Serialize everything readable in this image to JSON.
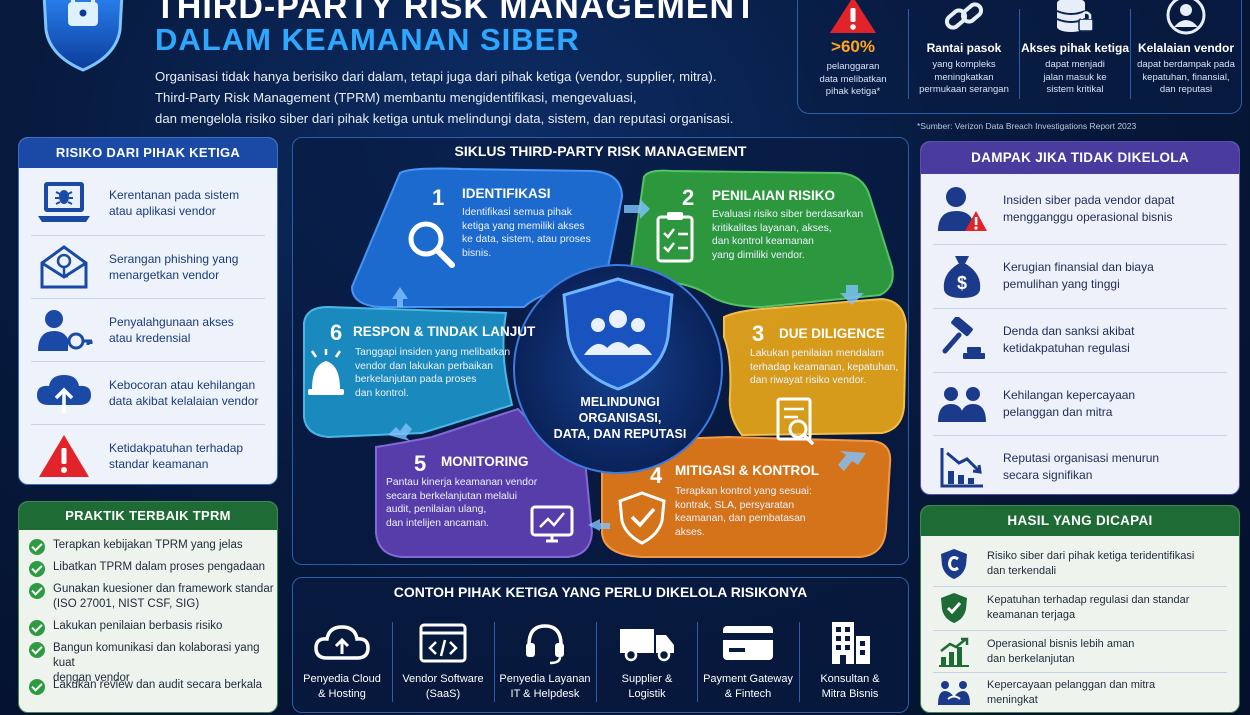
{
  "header": {
    "title_line1": "THIRD-PARTY RISK MANAGEMENT",
    "title_line2": "DALAM KEAMANAN SIBER",
    "intro": [
      "Organisasi tidak hanya berisiko dari dalam, tetapi juga dari pihak ketiga (vendor, supplier, mitra).",
      "Third-Party Risk Management (TPRM) membantu mengidentifikasi, mengevaluasi,",
      "dan mengelola risiko siber dari pihak ketiga untuk melindungi data, sistem, dan reputasi organisasi."
    ]
  },
  "stats": [
    {
      "icon": "warning-icon",
      "head": ">60%",
      "text": [
        "pelanggaran",
        "data melibatkan",
        "pihak ketiga*"
      ]
    },
    {
      "icon": "chain-link-icon",
      "head": "Rantai pasok",
      "text": [
        "yang kompleks",
        "meningkatkan",
        "permukaan serangan"
      ]
    },
    {
      "icon": "database-lock-icon",
      "head": "Akses pihak ketiga",
      "text": [
        "dapat menjadi",
        "jalan masuk ke",
        "sistem kritikal"
      ]
    },
    {
      "icon": "vendor-user-icon",
      "head": "Kelalaian vendor",
      "text": [
        "dapat berdampak pada",
        "kepatuhan, finansial,",
        "dan reputasi"
      ]
    }
  ],
  "source": "*Sumber: Verizon Data Breach Investigations Report 2023",
  "risks": {
    "title": "RISIKO DARI PIHAK KETIGA",
    "items": [
      {
        "icon": "laptop-bug-icon",
        "text": [
          "Kerentanan pada sistem",
          "atau aplikasi vendor"
        ]
      },
      {
        "icon": "phishing-mail-icon",
        "text": [
          "Serangan phishing yang",
          "menargetkan vendor"
        ]
      },
      {
        "icon": "user-key-icon",
        "text": [
          "Penyalahgunaan akses",
          "atau kredensial"
        ]
      },
      {
        "icon": "cloud-upload-icon",
        "text": [
          "Kebocoran atau kehilangan",
          "data akibat kelalaian vendor"
        ]
      },
      {
        "icon": "warning-icon",
        "text": [
          "Ketidakpatuhan terhadap",
          "standar keamanan"
        ]
      }
    ]
  },
  "best_practices": {
    "title": "PRAKTIK TERBAIK TPRM",
    "items": [
      [
        "Terapkan kebijakan TPRM yang jelas"
      ],
      [
        "Libatkan TPRM dalam proses pengadaan"
      ],
      [
        "Gunakan kuesioner dan framework standar",
        "(ISO 27001, NIST CSF, SIG)"
      ],
      [
        "Lakukan penilaian berbasis risiko"
      ],
      [
        "Bangun komunikasi dan kolaborasi yang kuat",
        "dengan vendor"
      ],
      [
        "Lakukan review dan audit secara berkala"
      ]
    ]
  },
  "cycle": {
    "title": "SIKLUS THIRD-PARTY RISK MANAGEMENT",
    "center": [
      "MELINDUNGI",
      "ORGANISASI,",
      "DATA, DAN REPUTASI"
    ],
    "steps": [
      {
        "num": "1",
        "title": "IDENTIFIKASI",
        "color": "#1f6fd6",
        "text": [
          "Identifikasi semua pihak",
          "ketiga yang memiliki akses",
          "ke data, sistem, atau proses",
          "bisnis."
        ]
      },
      {
        "num": "2",
        "title": "PENILAIAN RISIKO",
        "color": "#2f9e3e",
        "text": [
          "Evaluasi risiko siber berdasarkan",
          "kritikalitas layanan, akses,",
          "dan kontrol keamanan",
          "yang dimiliki vendor."
        ]
      },
      {
        "num": "3",
        "title": "DUE DILIGENCE",
        "color": "#e3a21b",
        "text": [
          "Lakukan penilaian mendalam",
          "terhadap keamanan, kepatuhan,",
          "dan riwayat risiko vendor."
        ]
      },
      {
        "num": "4",
        "title": "MITIGASI & KONTROL",
        "color": "#e07819",
        "text": [
          "Terapkan kontrol yang sesuai:",
          "kontrak, SLA, persyaratan",
          "keamanan, dan pembatasan",
          "akses."
        ]
      },
      {
        "num": "5",
        "title": "MONITORING",
        "color": "#5b3fb0",
        "text": [
          "Pantau kinerja keamanan vendor",
          "secara berkelanjutan melalui",
          "audit, penilaian ulang,",
          "dan intelijen ancaman."
        ]
      },
      {
        "num": "6",
        "title": "RESPON & TINDAK LANJUT",
        "color": "#1c8fc4",
        "text": [
          "Tanggapi insiden yang melibatkan",
          "vendor dan lakukan perbaikan",
          "berkelanjutan pada proses",
          "dan kontrol."
        ]
      }
    ]
  },
  "examples": {
    "title": "CONTOH PIHAK KETIGA YANG PERLU DIKELOLA RISIKONYA",
    "items": [
      {
        "icon": "cloud-icon",
        "label": [
          "Penyedia Cloud",
          "& Hosting"
        ]
      },
      {
        "icon": "code-window-icon",
        "label": [
          "Vendor Software",
          "(SaaS)"
        ]
      },
      {
        "icon": "headset-icon",
        "label": [
          "Penyedia Layanan",
          "IT & Helpdesk"
        ]
      },
      {
        "icon": "truck-icon",
        "label": [
          "Supplier &",
          "Logistik"
        ]
      },
      {
        "icon": "credit-card-icon",
        "label": [
          "Payment Gateway",
          "& Fintech"
        ]
      },
      {
        "icon": "building-icon",
        "label": [
          "Konsultan &",
          "Mitra Bisnis"
        ]
      }
    ]
  },
  "impact": {
    "title": "DAMPAK JIKA TIDAK DIKELOLA",
    "items": [
      {
        "icon": "user-alert-icon",
        "text": [
          "Insiden siber pada vendor dapat",
          "mengganggu operasional bisnis"
        ]
      },
      {
        "icon": "money-bag-icon",
        "text": [
          "Kerugian finansial dan biaya",
          "pemulihan yang tinggi"
        ]
      },
      {
        "icon": "gavel-icon",
        "text": [
          "Denda dan sanksi akibat",
          "ketidakpatuhan regulasi"
        ]
      },
      {
        "icon": "people-icon",
        "text": [
          "Kehilangan kepercayaan",
          "pelanggan dan mitra"
        ]
      },
      {
        "icon": "chart-down-icon",
        "text": [
          "Reputasi organisasi menurun",
          "secara signifikan"
        ]
      }
    ]
  },
  "results": {
    "title": "HASIL YANG DICAPAI",
    "items": [
      {
        "icon": "shield-c-icon",
        "text": [
          "Risiko siber dari pihak ketiga teridentifikasi",
          "dan terkendali"
        ]
      },
      {
        "icon": "shield-check-icon",
        "text": [
          "Kepatuhan terhadap regulasi dan standar",
          "keamanan terjaga"
        ]
      },
      {
        "icon": "chart-up-icon",
        "text": [
          "Operasional bisnis lebih aman",
          "dan berkelanjutan"
        ]
      },
      {
        "icon": "handshake-icon",
        "text": [
          "Kepercayaan pelanggan dan mitra",
          "meningkat"
        ]
      }
    ]
  }
}
